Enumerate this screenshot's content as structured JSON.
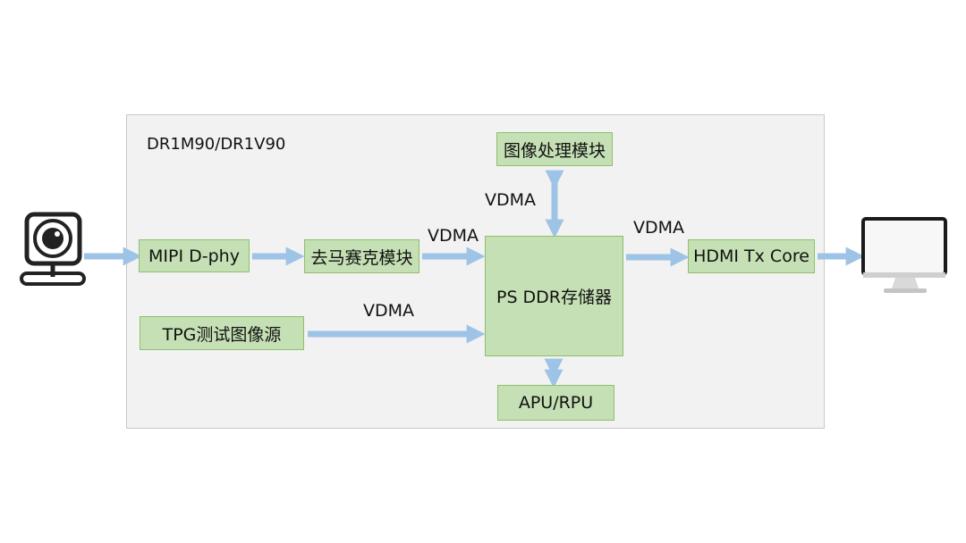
{
  "container": {
    "title": "DR1M90/DR1V90"
  },
  "blocks": {
    "mipi": "MIPI D-phy",
    "demosaic": "去马赛克模块",
    "tpg": "TPG测试图像源",
    "image_proc": "图像处理模块",
    "ps_ddr": "PS DDR存储器",
    "apu": "APU/RPU",
    "hdmi": "HDMI Tx Core"
  },
  "links": {
    "vdma_demosaic": "VDMA",
    "vdma_tpg": "VDMA",
    "vdma_image_proc": "VDMA",
    "vdma_hdmi": "VDMA"
  },
  "icons": {
    "source": "webcam-icon",
    "sink": "monitor-icon"
  },
  "colors": {
    "block_fill": "#c5e0b4",
    "block_border": "#8fbf6e",
    "arrow": "#9dc3e6",
    "container_fill": "#f2f2f2"
  }
}
